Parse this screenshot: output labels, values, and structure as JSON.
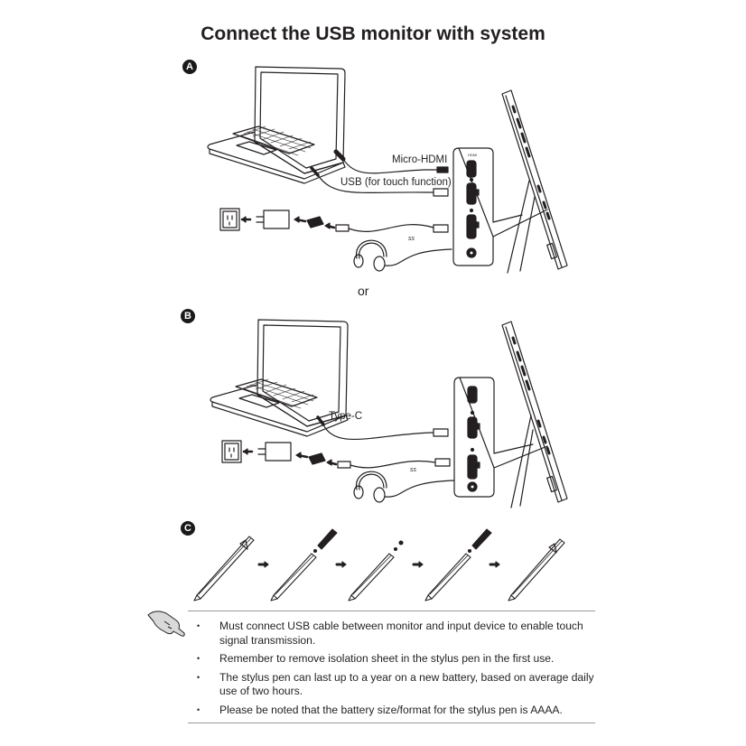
{
  "page": {
    "title": "Connect the USB monitor with system",
    "separator_text": "or"
  },
  "section_a": {
    "badge": "A",
    "labels": {
      "micro_hdmi": "Micro-HDMI",
      "usb_touch": "USB (for touch function)"
    },
    "icons": [
      "laptop-icon",
      "wall-outlet-icon",
      "power-adapter-icon",
      "usb-plug-icon",
      "headphones-icon",
      "portable-monitor-icon",
      "port-panel-icon"
    ]
  },
  "section_b": {
    "badge": "B",
    "labels": {
      "type_c": "Type-C"
    },
    "icons": [
      "laptop-icon",
      "wall-outlet-icon",
      "power-adapter-icon",
      "usb-plug-icon",
      "headphones-icon",
      "portable-monitor-icon",
      "port-panel-icon"
    ]
  },
  "section_c": {
    "badge": "C",
    "steps": [
      {
        "name": "pen-with-isolation-sheet"
      },
      {
        "name": "pen-cap-removed"
      },
      {
        "name": "battery-inserted"
      },
      {
        "name": "cap-reattached"
      },
      {
        "name": "pen-assembled"
      }
    ]
  },
  "notes": {
    "icon": "pointing-hand-icon",
    "items": [
      "Must connect USB cable between monitor and input device to enable touch signal transmission.",
      "Remember to remove isolation sheet in the stylus pen in the first use.",
      "The stylus pen can last up to a year on a new battery, based on average daily use of two hours.",
      "Please be noted that the battery size/format for the stylus pen is AAAA."
    ]
  }
}
